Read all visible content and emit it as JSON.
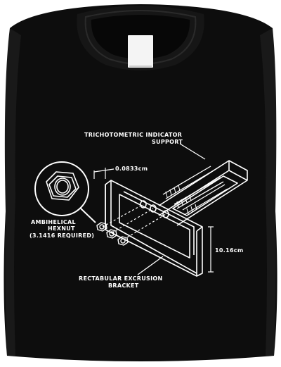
{
  "colors": {
    "shirt": "#0d0d0d",
    "shirt_fold": "#1e1e1e",
    "print": "#ffffff",
    "tag": "#f4f4f4",
    "background": "#ffffff"
  },
  "labels": {
    "support_line1": "TRICHOTOMETRIC INDICATOR",
    "support_line2": "SUPPORT",
    "dimension_top": "0.0833cm",
    "hexnut_line1": "AMBIHELICAL",
    "hexnut_line2": "HEXNUT",
    "hexnut_line3": "(3.1416 REQUIRED)",
    "dimension_side": "10.16cm",
    "bracket_line1": "RECTABULAR EXCRUSION",
    "bracket_line2": "BRACKET"
  }
}
